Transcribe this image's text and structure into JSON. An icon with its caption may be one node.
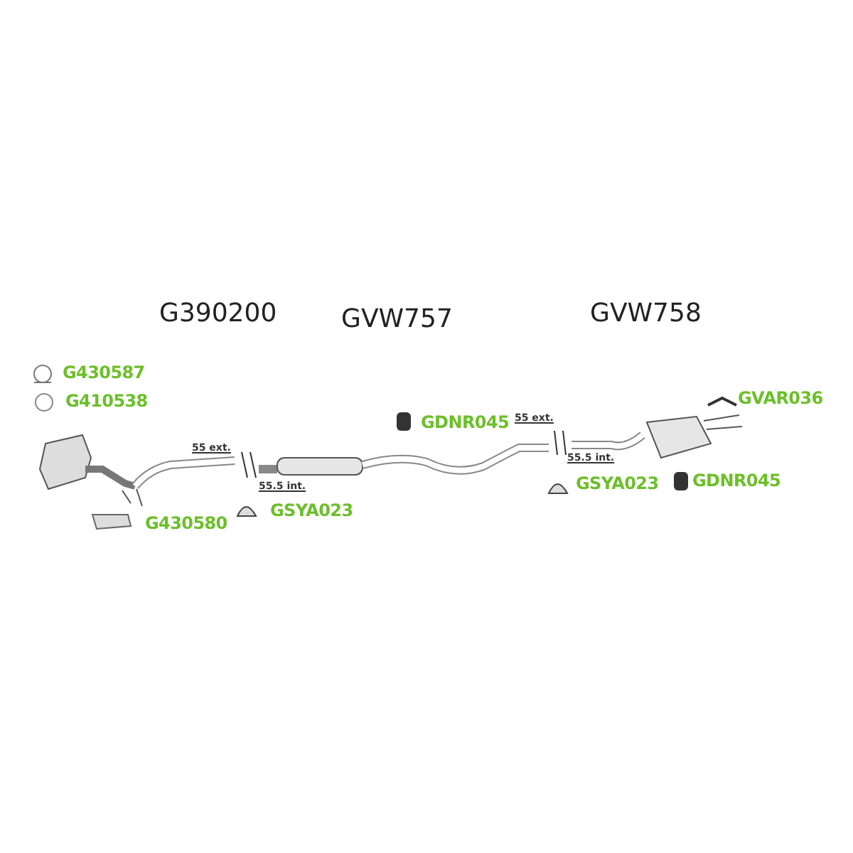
{
  "diagram": {
    "labels": [
      "G390200",
      "GVW757",
      "GVW758",
      "G430587",
      "GVAR036",
      "G410538",
      "GDNR045",
      "55 ext.",
      "55 ext.",
      "55.5 int.",
      "55.5 int.",
      "GDNR045",
      "GSYA023",
      "GSYA023",
      "G430580"
    ]
  }
}
